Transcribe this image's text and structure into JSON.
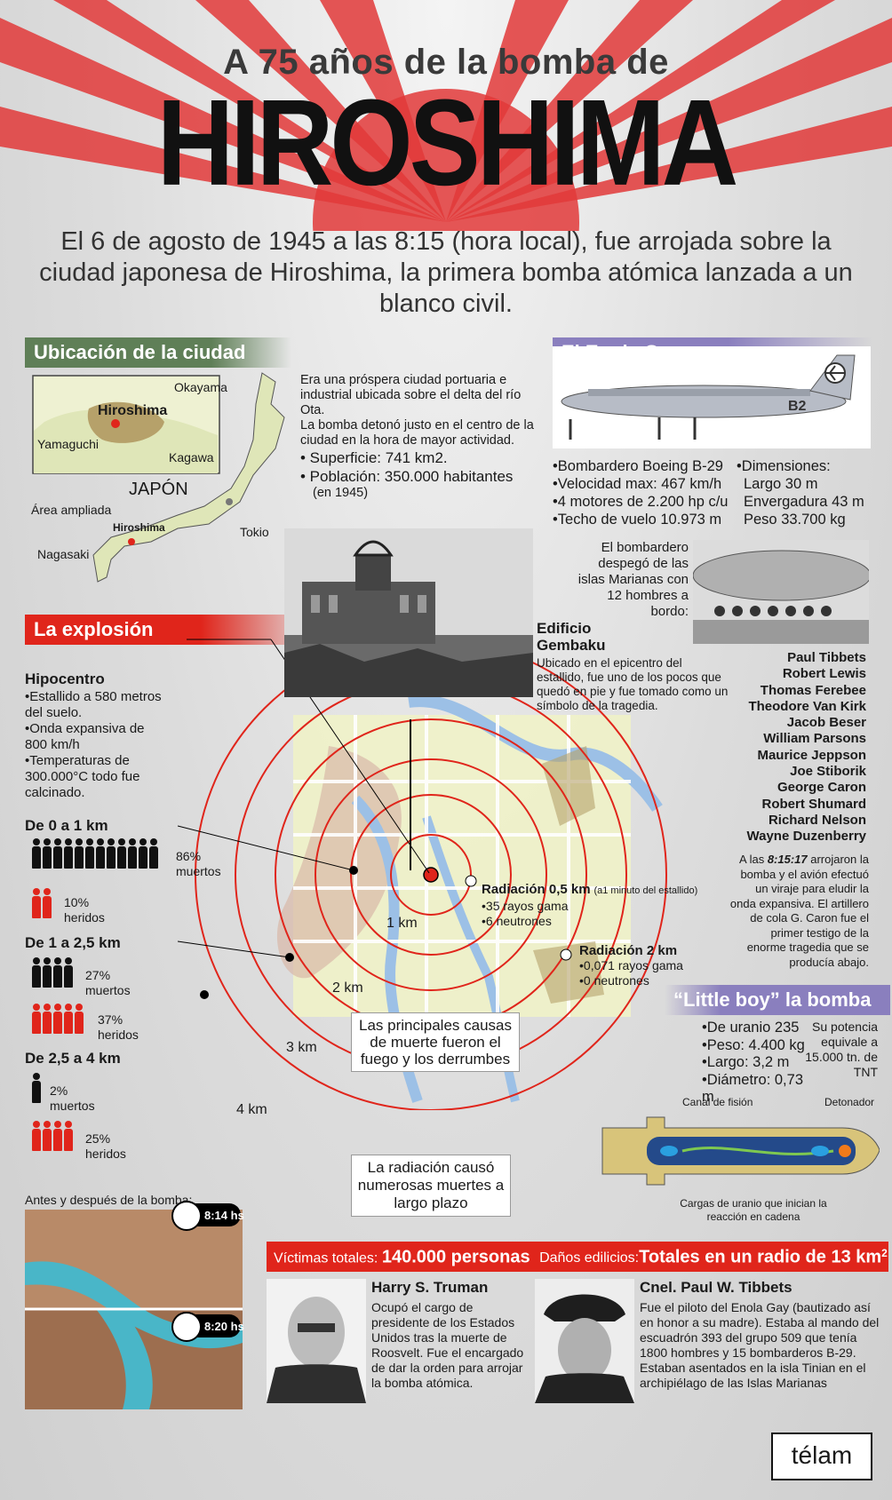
{
  "header": {
    "pretitle": "A 75 años de la bomba de",
    "title": "HIROSHIMA",
    "lead": "El 6 de agosto de 1945 a las 8:15 (hora local), fue arrojada sobre la ciudad japonesa de Hiroshima, la primera bomba atómica lanzada a un blanco civil."
  },
  "colors": {
    "red": "#e0251b",
    "green": "#5f7f57",
    "purple": "#8a7fbe",
    "map_land": "#e8ecc4",
    "map_city": "#b6a16a"
  },
  "location": {
    "heading": "Ubicación de la ciudad",
    "map_labels": {
      "okayama": "Okayama",
      "hiroshima": "Hiroshima",
      "yamaguchi": "Yamaguchi",
      "kagawa": "Kagawa",
      "japan": "JAPÓN",
      "area": "Área ampliada",
      "hiroshima_small": "Hiroshima",
      "tokio": "Tokio",
      "nagasaki": "Nagasaki"
    },
    "desc1": "Era una próspera ciudad portuaria e industrial ubicada sobre el delta del río Ota.",
    "desc2": "La bomba detonó justo en el centro de la ciudad en la hora de mayor actividad.",
    "surface": "• Superficie: 741 km2.",
    "population": "• Población: 350.000 habitantes",
    "population_note": "(en 1945)"
  },
  "enola": {
    "heading": "El Enola Gay",
    "tail": "B2",
    "specs": [
      "•Bombardero Boeing B-29",
      "•Velocidad max: 467 km/h",
      "•4 motores de 2.200 hp c/u",
      "•Techo de vuelo 10.973 m"
    ],
    "dims": [
      "•Dimensiones:",
      "Largo 30 m",
      "Envergadura 43 m",
      "Peso 33.700 kg"
    ],
    "crew_intro": "El bombardero despegó de las islas Marianas con 12 hombres a bordo:",
    "crew": [
      "Paul Tibbets",
      "Robert Lewis",
      "Thomas Ferebee",
      "Theodore Van Kirk",
      "Jacob Beser",
      "William Parsons",
      "Maurice Jeppson",
      "Joe Stiborik",
      "George Caron",
      "Robert Shumard",
      "Richard Nelson",
      "Wayne Duzenberry"
    ],
    "after_pre": "A las ",
    "after_time": "8:15:17",
    "after_post": " arrojaron la bomba y el avión efectuó un viraje para eludir la onda expansiva. El artillero de cola G. Caron fue el primer testigo de la enorme tragedia que se producía abajo."
  },
  "explosion": {
    "heading": "La explosión",
    "hypocenter": {
      "title": "Hipocentro",
      "items": [
        "•Estallido a 580 metros del suelo.",
        "•Onda expansiva de 800 km/h",
        "•Temperaturas de 300.000°C todo fue calcinado."
      ]
    },
    "building": {
      "title": "Edificio Gembaku",
      "text": "Ubicado en el epicentro del estallido, fue uno de los pocos que quedó en pie y fue tomado como un símbolo de la tragedia."
    },
    "zones": [
      {
        "label": "De 0 a 1 km",
        "dead": "86% muertos",
        "injured": "10% heridos",
        "dead_pct": 86,
        "injured_pct": 10
      },
      {
        "label": "De 1 a 2,5 km",
        "dead": "27% muertos",
        "injured": "37% heridos",
        "dead_pct": 27,
        "injured_pct": 37
      },
      {
        "label": "De 2,5 a 4 km",
        "dead": "2% muertos",
        "injured": "25% heridos",
        "dead_pct": 2,
        "injured_pct": 25
      }
    ],
    "radii": [
      "1 km",
      "2 km",
      "3 km",
      "4 km"
    ],
    "rad05": {
      "title": "Radiación 0,5 km",
      "note": "(a1 minuto del estallido)",
      "items": [
        "•35 rayos gama",
        "•6 neutrones"
      ]
    },
    "rad2": {
      "title": "Radiación 2 km",
      "items": [
        "•0,071 rayos gama",
        "•0 neutrones"
      ]
    },
    "causes": "Las principales causas de muerte fueron el fuego y los derrumbes",
    "radiation": "La radiación causó numerosas muertes a largo plazo"
  },
  "before_after": {
    "title": "Antes y después de la bomba:",
    "t1": "8:14 hs",
    "t2": "8:20 hs"
  },
  "littleboy": {
    "heading": "“Little boy” la bomba",
    "specs": [
      "•De uranio 235",
      "•Peso: 4.400 kg",
      "•Largo: 3,2 m",
      "•Diámetro: 0,73 m"
    ],
    "power": "Su potencia equivale a 15.000 tn. de TNT",
    "labels": {
      "canal": "Canal de fisión",
      "detonator": "Detonador",
      "charges": "Cargas de uranio que inician la reacción en cadena"
    }
  },
  "totals": {
    "victims_label": "Víctimas totales:",
    "victims_value": "140.000 personas",
    "damage_label": "Daños edilicios:",
    "damage_value": "Totales en un radio de 13 km",
    "damage_sup": "2"
  },
  "truman": {
    "name": "Harry S. Truman",
    "text": "Ocupó el cargo de presidente de los Estados Unidos tras la muerte de Roosvelt. Fue el encargado de dar la orden para arrojar la bomba atómica."
  },
  "tibbets": {
    "name": "Cnel. Paul W. Tibbets",
    "text": "Fue el piloto del Enola Gay (bautizado así en honor a su madre). Estaba al mando del escuadrón 393 del grupo 509 que tenía 1800 hombres y 15 bombarderos B-29. Estaban asentados en la isla Tinian en el archipiélago de las Islas Marianas"
  },
  "logo": "télam"
}
